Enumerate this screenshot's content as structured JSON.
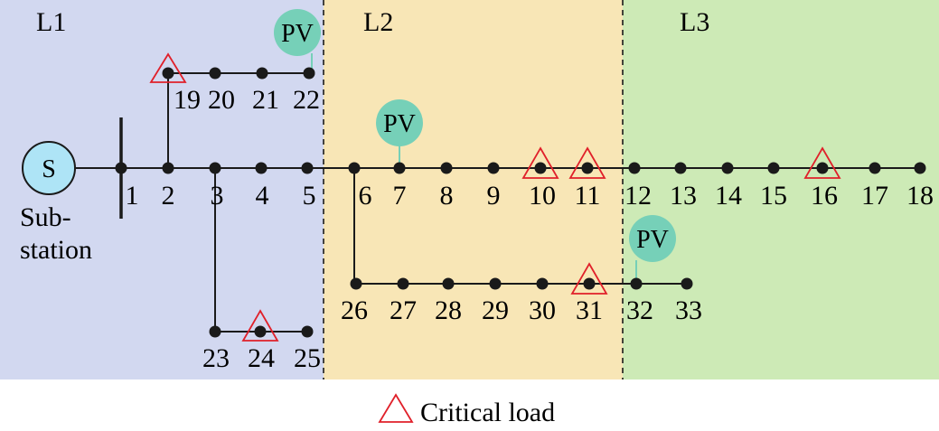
{
  "zones": [
    {
      "id": "L1",
      "label": "L1",
      "color": "#d2d8f0"
    },
    {
      "id": "L2",
      "label": "L2",
      "color": "#f8e6b6"
    },
    {
      "id": "L3",
      "label": "L3",
      "color": "#cdeab6"
    }
  ],
  "substation": {
    "symbol": "S",
    "label_line1": "Sub-",
    "label_line2": "station",
    "color": "#aee4f6"
  },
  "buses": [
    "1",
    "2",
    "3",
    "4",
    "5",
    "6",
    "7",
    "8",
    "9",
    "10",
    "11",
    "12",
    "13",
    "14",
    "15",
    "16",
    "17",
    "18",
    "19",
    "20",
    "21",
    "22",
    "23",
    "24",
    "25",
    "26",
    "27",
    "28",
    "29",
    "30",
    "31",
    "32",
    "33"
  ],
  "critical_load_buses": [
    "10",
    "11",
    "16",
    "19",
    "24",
    "31"
  ],
  "pv": {
    "label": "PV",
    "color": "#76d0b8",
    "buses": [
      "22",
      "7",
      "32"
    ]
  },
  "legend": {
    "critical_load_label": "Critical load"
  },
  "colors": {
    "line": "#1a1a1a",
    "bus": "#1a1a1a",
    "critical": "#e0202a",
    "boundary": "#1a1a1a"
  }
}
